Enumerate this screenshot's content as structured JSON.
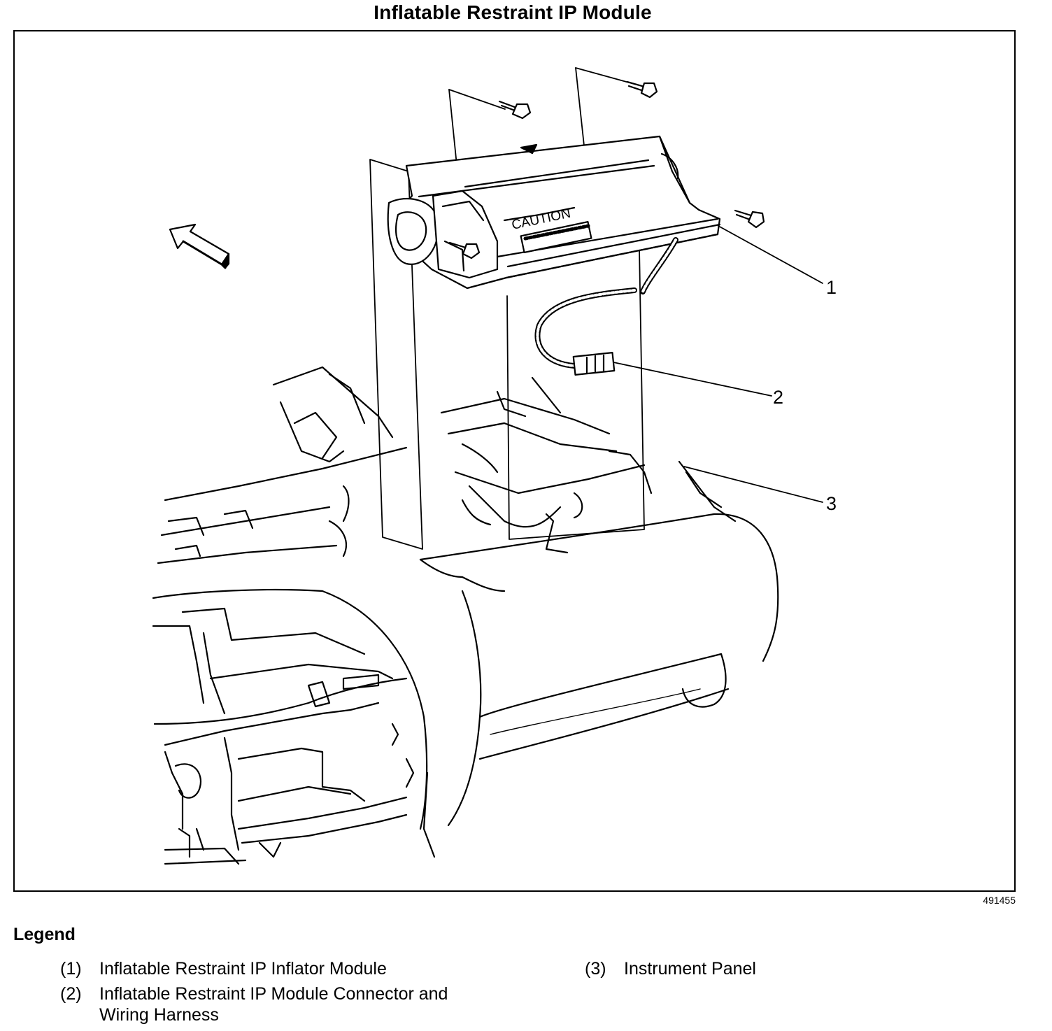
{
  "title": "Inflatable Restraint IP Module",
  "figure_id": "491455",
  "caution_label": "CAUTION",
  "callouts": [
    "1",
    "2",
    "3"
  ],
  "legend": {
    "heading": "Legend",
    "items": [
      {
        "num": "(1)",
        "text": "Inflatable Restraint IP Inflator Module"
      },
      {
        "num": "(2)",
        "text": "Inflatable Restraint IP Module Connector and Wiring Harness"
      },
      {
        "num": "(3)",
        "text": "Instrument Panel"
      }
    ]
  },
  "colors": {
    "ink": "#000000",
    "paper": "#ffffff"
  },
  "icons": [
    "direction-arrow-icon",
    "bolt-icon"
  ]
}
